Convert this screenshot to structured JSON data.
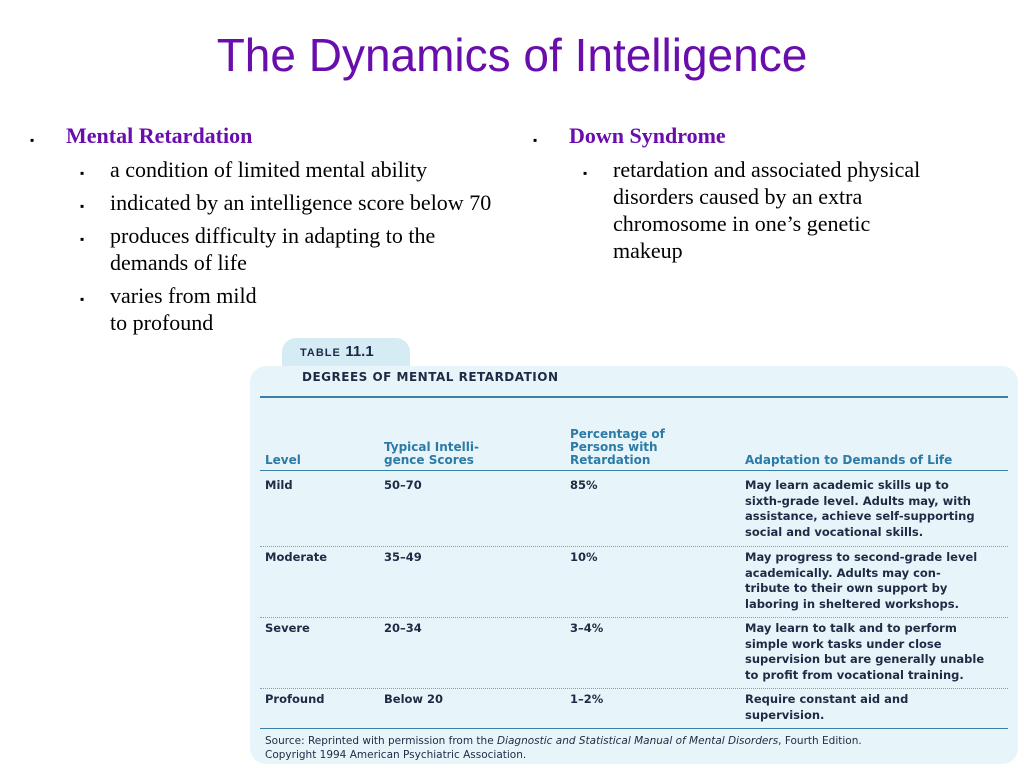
{
  "slide": {
    "title": "The Dynamics of Intelligence",
    "left": {
      "heading": "Mental Retardation",
      "bullets": [
        "a condition of limited mental ability",
        "indicated by an intelligence score below 70",
        "produces difficulty in adapting to the demands of life",
        "varies from mild to profound"
      ]
    },
    "right": {
      "heading": "Down Syndrome",
      "bullets": [
        "retardation and associated physical disorders caused by an extra chromosome in one’s genetic makeup"
      ]
    },
    "bullet_glyph": "▪"
  },
  "table": {
    "label_small": "TABLE",
    "label_number": "11.1",
    "heading": "DEGREES OF MENTAL RETARDATION",
    "columns": {
      "level": "Level",
      "scores": "Typical Intelli-\ngence Scores",
      "percentage": "Percentage of\nPersons with\nRetardation",
      "adaptation": "Adaptation to Demands of Life"
    },
    "rows": [
      {
        "level": "Mild",
        "scores": "50–70",
        "percentage": "85%",
        "adaptation": "May learn academic skills up to\nsixth-grade level. Adults may, with\nassistance, achieve self-supporting\nsocial and vocational skills."
      },
      {
        "level": "Moderate",
        "scores": "35–49",
        "percentage": "10%",
        "adaptation": "May progress to second-grade level\nacademically. Adults may con-\ntribute to their own support by\nlaboring in sheltered workshops."
      },
      {
        "level": "Severe",
        "scores": "20–34",
        "percentage": "3–4%",
        "adaptation": "May learn to talk and to perform\nsimple work tasks under close\nsupervision but are generally unable\nto profit from vocational training."
      },
      {
        "level": "Profound",
        "scores": "Below 20",
        "percentage": "1–2%",
        "adaptation": "Require constant aid and\nsupervision."
      }
    ],
    "source_prefix": "Source: Reprinted with permission from the ",
    "source_title": "Diagnostic and Statistical Manual of Mental Disorders",
    "source_suffix": ", Fourth Edition.",
    "source_line2": "Copyright 1994 American Psychiatric Association."
  }
}
